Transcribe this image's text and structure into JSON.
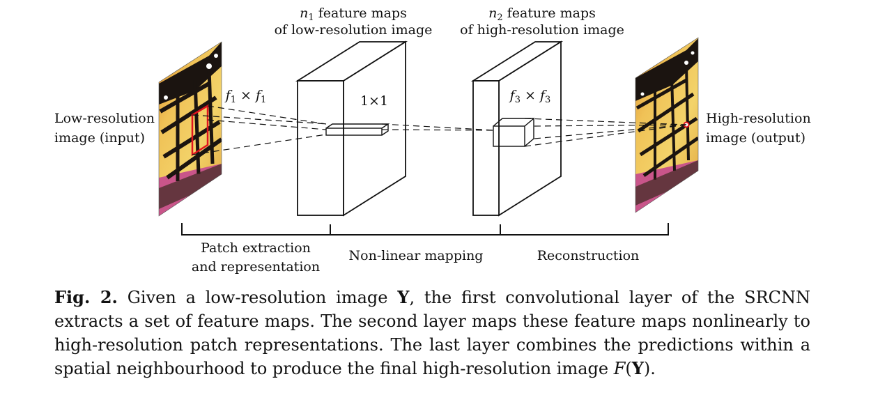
{
  "diagram": {
    "input_label": [
      "Low-resolution",
      "image (input)"
    ],
    "output_label": [
      "High-resolution",
      "image (output)"
    ],
    "layer1_title": [
      "n",
      "1",
      " feature maps",
      "of low-resolution image"
    ],
    "layer2_title": [
      "n",
      "2",
      " feature maps",
      "of high-resolution image"
    ],
    "filter1": [
      "f",
      "1",
      " × ",
      "f",
      "1"
    ],
    "filter2": "1×1",
    "filter3": [
      "f",
      "3",
      " × ",
      "f",
      "3"
    ],
    "stages": {
      "patch_extraction": [
        "Patch extraction",
        "and representation"
      ],
      "nonlinear": "Non-linear mapping",
      "reconstruction": "Reconstruction"
    }
  },
  "caption": {
    "label": "Fig. 2.",
    "t1": " Given a low-resolution image ",
    "y1": "Y",
    "t2": ", the first convolutional layer of the SRCNN extracts a set of feature maps. The second layer maps these feature maps nonlinearly to high-resolution patch representations. The last layer combines the predictions within a spatial neighbourhood to produce the final high-resolution image ",
    "f": "F",
    "p1": "(",
    "y2": "Y",
    "p2": ")."
  },
  "colors": {
    "patch_box": "#e0141e",
    "output_pixel": "#e0141e",
    "wing_orange": "#e8a13a",
    "wing_yellow": "#f2cf62",
    "vein": "#1b1410",
    "flower": "#c9558a"
  }
}
